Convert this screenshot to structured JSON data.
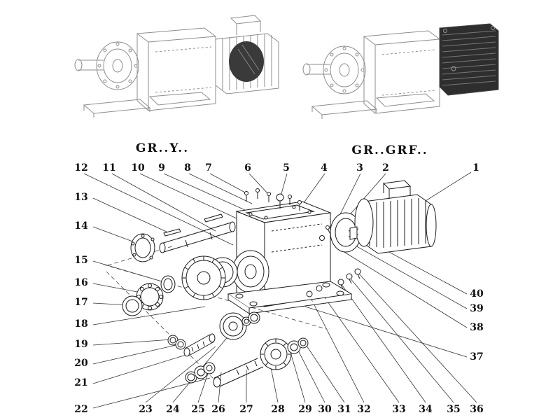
{
  "models": {
    "left_label": "GR..Y..",
    "right_label": "GR..GRF.."
  },
  "callouts": {
    "top": [
      "12",
      "11",
      "10",
      "9",
      "8",
      "7",
      "6",
      "5",
      "4",
      "3",
      "2",
      "1"
    ],
    "left": [
      "13",
      "14",
      "15",
      "16",
      "17",
      "18",
      "19",
      "20",
      "21",
      "22"
    ],
    "bottom": [
      "23",
      "24",
      "25",
      "26",
      "27",
      "28",
      "29",
      "30",
      "31",
      "32",
      "33",
      "34",
      "35",
      "36"
    ],
    "right": [
      "40",
      "39",
      "38",
      "37"
    ]
  },
  "colors": {
    "line": "#1a1a1a",
    "faint_line": "#8d8d8d",
    "dark_fill": "#2e2e2e",
    "background": "#ffffff"
  }
}
